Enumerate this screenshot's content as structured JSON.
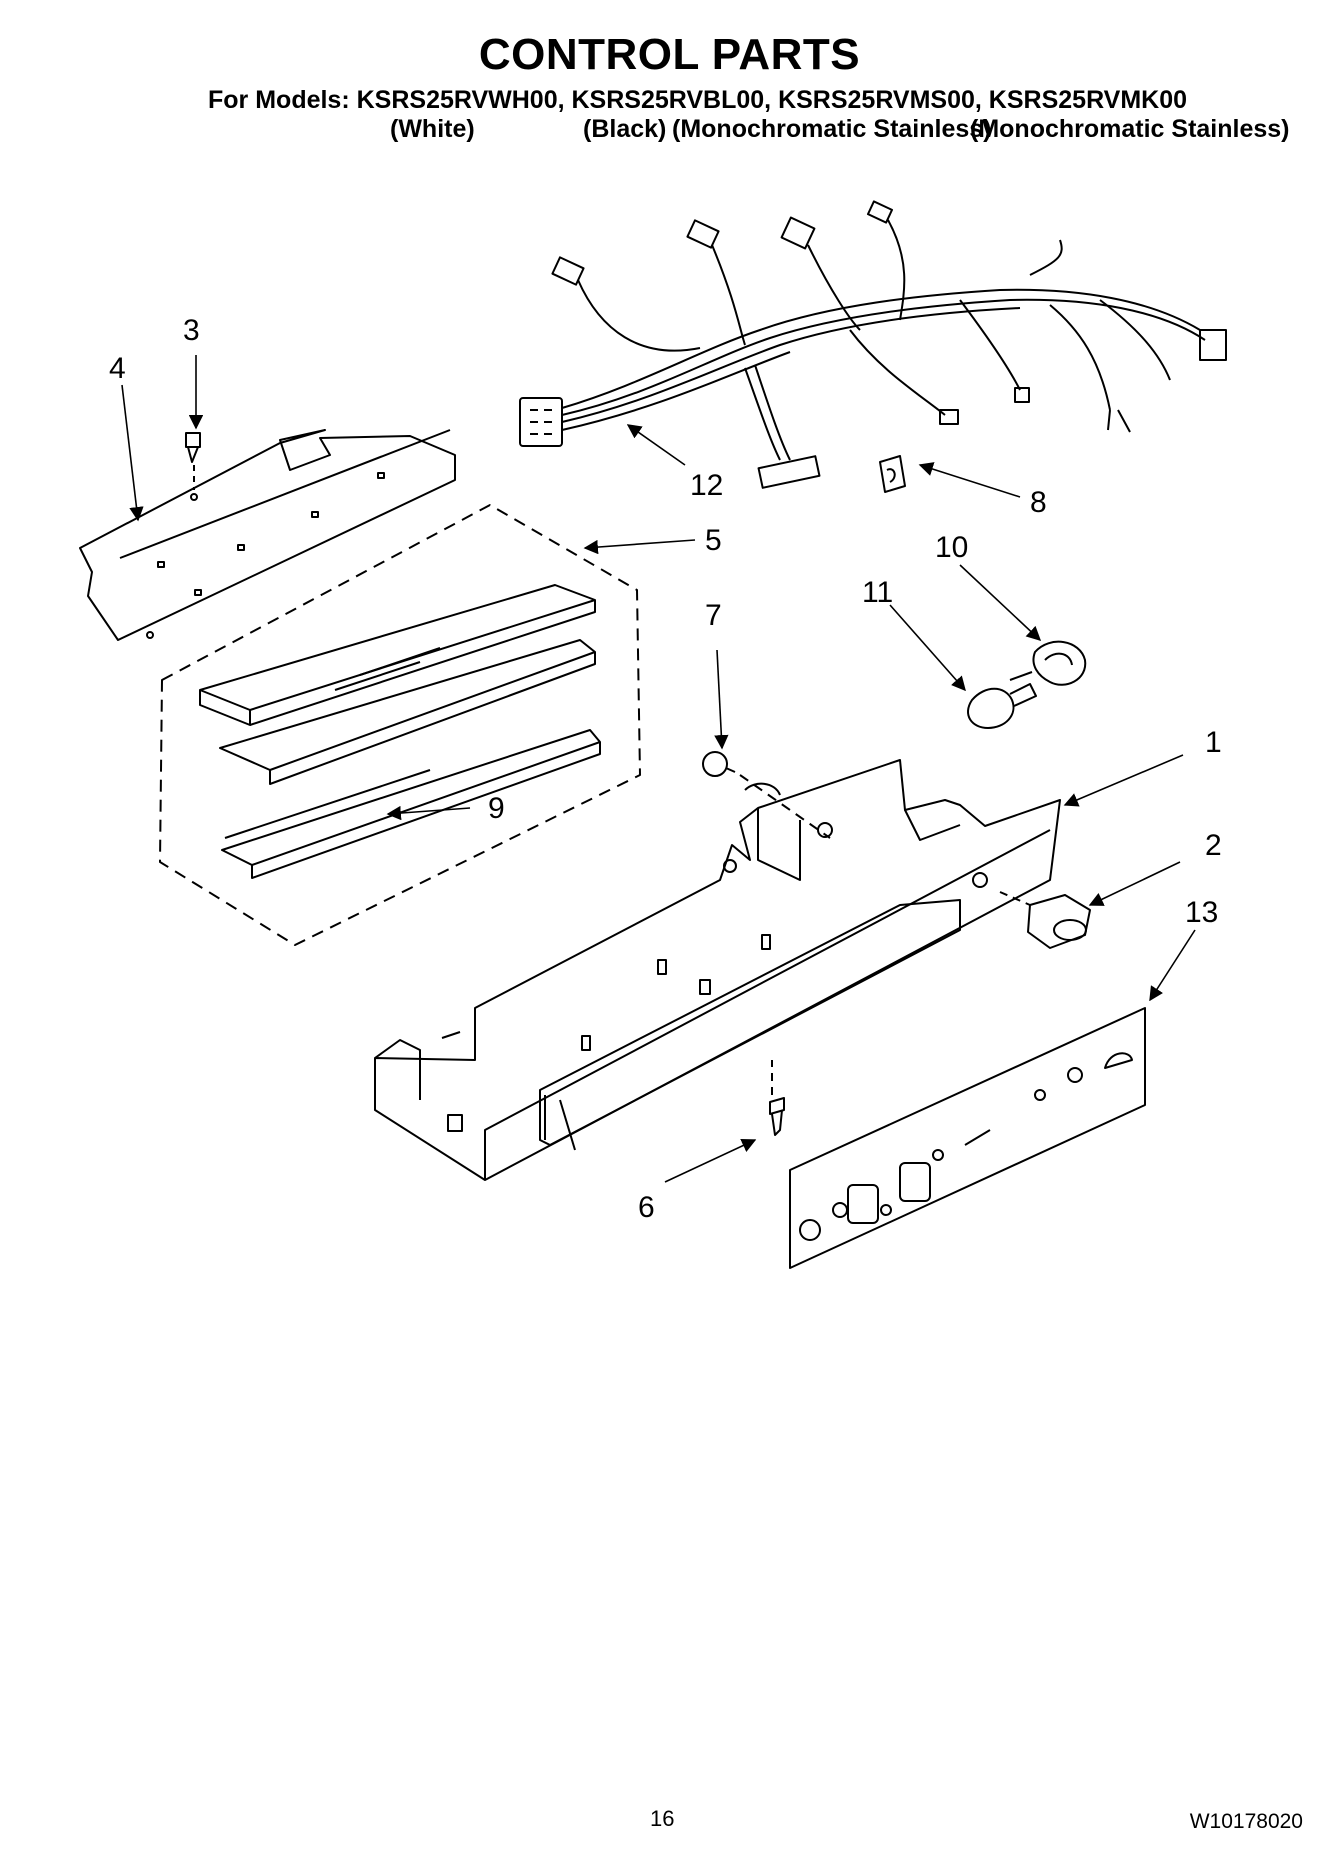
{
  "header": {
    "title": "CONTROL PARTS",
    "models_line": "For Models: KSRS25RVWH00, KSRS25RVBL00, KSRS25RVMS00, KSRS25RVMK00",
    "variants": [
      "(White)",
      "(Black)",
      "(Monochromatic Stainless)",
      "(Monochromatic Stainless)"
    ]
  },
  "callouts": {
    "p1": "1",
    "p2": "2",
    "p3": "3",
    "p4": "4",
    "p5": "5",
    "p6": "6",
    "p7": "7",
    "p8": "8",
    "p9": "9",
    "p10": "10",
    "p11": "11",
    "p12": "12",
    "p13": "13"
  },
  "footer": {
    "page_number": "16",
    "doc_number": "W10178020"
  }
}
